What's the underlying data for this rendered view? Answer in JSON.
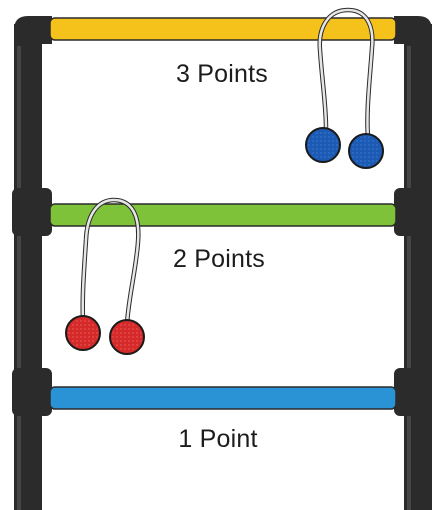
{
  "rungs": [
    {
      "label": "3 Points",
      "color": "#f4c21a"
    },
    {
      "label": "2 Points",
      "color": "#7ec23a"
    },
    {
      "label": "1 Point",
      "color": "#2a93d6"
    }
  ],
  "colors": {
    "frame": "#2b2b2b",
    "frame_highlight": "#454545",
    "background": "#ffffff",
    "bola_blue": "#1c5ab4",
    "bola_red": "#d42a2a",
    "rope": "#e6e6e6"
  },
  "bolas": [
    {
      "name": "blue-bola",
      "rung": "3 Points",
      "color": "blue"
    },
    {
      "name": "red-bola",
      "rung": "2 Points",
      "color": "red"
    }
  ]
}
